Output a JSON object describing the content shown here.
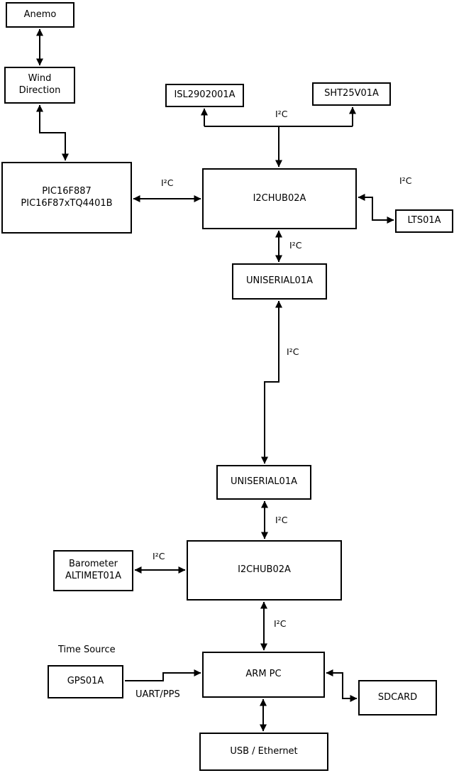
{
  "diagram": {
    "bus_label": "I²C",
    "nodes": {
      "anemo": {
        "label": "Anemo"
      },
      "wind_direction": {
        "line1": "Wind",
        "line2": "Direction"
      },
      "pic": {
        "line1": "PIC16F887",
        "line2": "PIC16F87xTQ4401B"
      },
      "isl": {
        "label": "ISL2902001A"
      },
      "sht": {
        "label": "SHT25V01A"
      },
      "i2c_hub_top": {
        "label": "I2CHUB02A"
      },
      "lts": {
        "label": "LTS01A"
      },
      "uniserial_top": {
        "label": "UNISERIAL01A"
      },
      "uniserial_bottom": {
        "label": "UNISERIAL01A"
      },
      "i2c_hub_bottom": {
        "label": "I2CHUB02A"
      },
      "barometer": {
        "line1": "Barometer",
        "line2": "ALTIMET01A"
      },
      "gps": {
        "label": "GPS01A"
      },
      "arm_pc": {
        "label": "ARM PC"
      },
      "sdcard": {
        "label": "SDCARD"
      },
      "usb_ethernet": {
        "label": "USB / Ethernet"
      }
    },
    "annotations": {
      "time_source": "Time Source",
      "uart_pps": "UART/PPS"
    },
    "colors": {
      "line": "#000000",
      "box_fill": "#ffffff",
      "box_border": "#000000",
      "text": "#000000",
      "background": "#ffffff"
    }
  }
}
